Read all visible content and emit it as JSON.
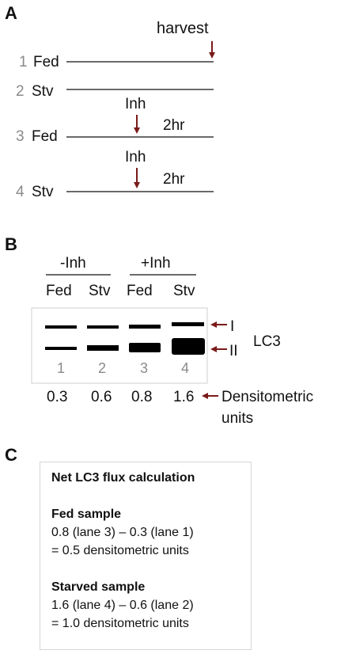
{
  "panels": {
    "a": "A",
    "b": "B",
    "c": "C"
  },
  "panel_a": {
    "harvest_label": "harvest",
    "inhibitor_label": "Inh",
    "duration_label": "2hr",
    "rows": [
      {
        "num": "1",
        "condition": "Fed"
      },
      {
        "num": "2",
        "condition": "Stv"
      },
      {
        "num": "3",
        "condition": "Fed"
      },
      {
        "num": "4",
        "condition": "Stv"
      }
    ]
  },
  "panel_b": {
    "groups": [
      "-Inh",
      "+Inh"
    ],
    "lanes": [
      "Fed",
      "Stv",
      "Fed",
      "Stv"
    ],
    "lane_numbers": [
      "1",
      "2",
      "3",
      "4"
    ],
    "band_I": "I",
    "band_II": "II",
    "protein": "LC3",
    "densitometric": [
      "0.3",
      "0.6",
      "0.8",
      "1.6"
    ],
    "densitometric_label_1": "Densitometric",
    "densitometric_label_2": "units"
  },
  "panel_c": {
    "title": "Net LC3 flux calculation",
    "fed_heading": "Fed sample",
    "fed_line1": "0.8 (lane 3) – 0.3 (lane 1)",
    "fed_line2": "= 0.5 densitometric units",
    "starved_heading": "Starved sample",
    "starved_line1": "1.6 (lane 4) – 0.6 (lane 2)",
    "starved_line2": "= 1.0 densitometric units"
  },
  "colors": {
    "arrow": "#7a1a1a",
    "band": "#000000",
    "box_border": "#d7d7d7",
    "lane_number": "#8a8a8a"
  }
}
